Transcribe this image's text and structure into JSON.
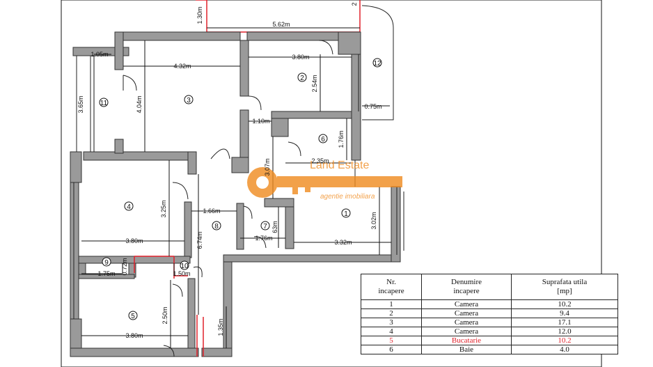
{
  "rooms": [
    {
      "num": "1",
      "name": "Camera",
      "area": "10.2"
    },
    {
      "num": "2",
      "name": "Camera",
      "area": "9.4"
    },
    {
      "num": "3",
      "name": "Camera",
      "area": "17.1"
    },
    {
      "num": "4",
      "name": "Camera",
      "area": "12.0"
    },
    {
      "num": "5",
      "name": "Bucatarie",
      "area": "10.2"
    },
    {
      "num": "6",
      "name": "Baie",
      "area": "4.0"
    }
  ],
  "highlight_color": "#e0202a",
  "table_headers": {
    "nr": "Nr.\nincapere",
    "name": "Denumire\nincapere",
    "area": "Suprafata utila\n[mp]"
  },
  "watermark": {
    "brand": "Land Estate",
    "tagline": "agentie imobiliara",
    "color": "#f08a1e"
  },
  "room_labels": [
    "1",
    "2",
    "3",
    "4",
    "5",
    "6",
    "7",
    "8",
    "9",
    "10",
    "11",
    "12"
  ],
  "dims": {
    "top_130": "1.30m",
    "top_562": "5.62m",
    "top_2": "2",
    "d105": "1.05m",
    "d432": "4.32m",
    "d380a": "3.80m",
    "d365": "3.65m",
    "d404": "4.04m",
    "d254": "2.54m",
    "d075": "0.75m",
    "d110": "1.10m",
    "d176v": "1.76m",
    "d235": "2.35m",
    "d307": "3.07m",
    "d325": "3.25m",
    "d166": "1.66m",
    "d302": "3.02m",
    "d674": "6.74m",
    "d380b": "3.80m",
    "d176h": "1.76m",
    "d332": "3.32m",
    "d63": "63m",
    "d072": "0.72m",
    "d175": "1.75m",
    "d150": "1.50m",
    "d250": "2.50m",
    "d380c": "3.80m",
    "d135": "1.35m"
  }
}
